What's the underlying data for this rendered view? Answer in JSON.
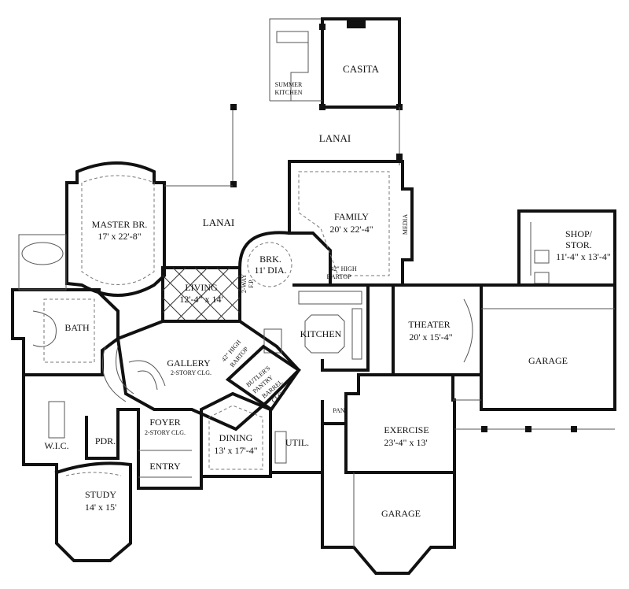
{
  "rooms": {
    "casita": "CASITA",
    "summer_kitchen_1": "SUMMER",
    "summer_kitchen_2": "KITCHEN",
    "lanai_top": "LANAI",
    "lanai_left": "LANAI",
    "master_br": "MASTER BR.",
    "master_br_dim": "17' x 22'-8\"",
    "family": "FAMILY",
    "family_dim": "20' x 22'-4\"",
    "media": "MEDIA",
    "shop_1": "SHOP/",
    "shop_2": "STOR.",
    "shop_dim": "11'-4\" x 13'-4\"",
    "brk": "BRK.",
    "brk_dim": "11' DIA.",
    "bartop_1": "42\" HIGH",
    "bartop_2": "BARTOP",
    "living": "LIVING",
    "living_dim": "12'-4\" x 14'",
    "twoway_fp_1": "2-WAY",
    "twoway_fp_2": "F.P.",
    "bath": "BATH",
    "theater": "THEATER",
    "theater_dim": "20' x 15'-4\"",
    "kitchen": "KITCHEN",
    "garage_right": "GARAGE",
    "gallery": "GALLERY",
    "gallery_sub": "2-STORY CLG.",
    "bartop_gallery_1": "42\" HIGH",
    "bartop_gallery_2": "BARTOP",
    "butlers_1": "BUTLER'S",
    "butlers_2": "PANTRY",
    "barrel_1": "BARREL",
    "barrel_2": "CLG.",
    "pan": "PAN.",
    "foyer": "FOYER",
    "foyer_sub": "2-STORY CLG.",
    "exercise": "EXERCISE",
    "exercise_dim": "23'-4\" x 13'",
    "wic": "W.I.C.",
    "pdr": "PDR.",
    "dining": "DINING",
    "dining_dim": "13' x 17'-4\"",
    "util": "UTIL.",
    "entry": "ENTRY",
    "study": "STUDY",
    "study_dim": "14' x 15'",
    "garage_bottom": "GARAGE"
  }
}
